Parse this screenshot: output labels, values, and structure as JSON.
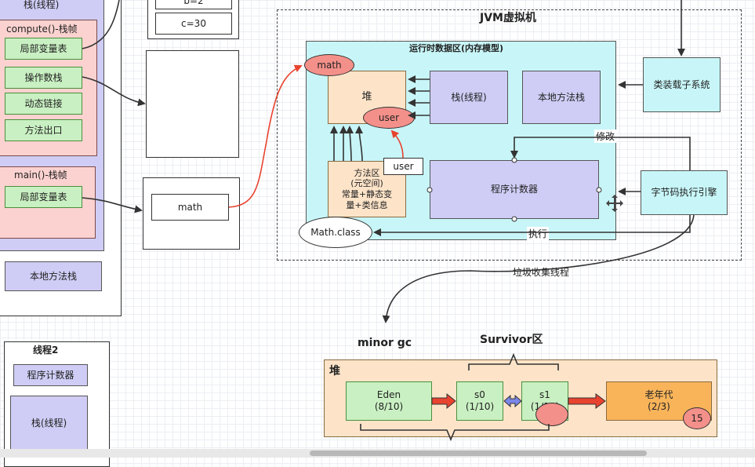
{
  "thread1": {
    "title_fragment": "O",
    "stack_label": "栈(线程)",
    "compute_frame": "compute()-栈帧",
    "compute_items": [
      "局部变量表",
      "操作数栈",
      "动态链接",
      "方法出口"
    ],
    "main_frame": "main()-栈帧",
    "main_local": "局部变量表",
    "native_stack": "本地方法栈"
  },
  "values_top": [
    "b=2",
    "c=30"
  ],
  "math_ref": "math",
  "jvm": {
    "title": "JVM虚拟机",
    "runtime_area": "运行时数据区(内存模型)",
    "heap": "堆",
    "heap_ovals": [
      "math",
      "user"
    ],
    "stack": "栈(线程)",
    "native_stack": "本地方法栈",
    "method_area": "方法区\n(元空间)\n常量+静态变\n量+类信息",
    "user_label": "user",
    "program_counter": "程序计数器",
    "class_oval": "Math.class",
    "classloader": "类装载子系统",
    "engine": "字节码执行引擎",
    "modify": "修改",
    "execute": "执行"
  },
  "gc_thread": "垃圾收集线程",
  "thread2": {
    "title": "线程2",
    "pc": "程序计数器",
    "stack": "栈(线程)"
  },
  "gc": {
    "minor": "minor gc",
    "survivor": "Survivor区",
    "heap_label": "堆",
    "eden": "Eden\n(8/10)",
    "s0": "s0\n(1/10)",
    "s1": "s1\n(1/10)",
    "old": "老年代\n(2/3)",
    "age": "15"
  },
  "colors": {
    "green": "#c9f0c2",
    "violet": "#cfcdf5",
    "pink": "#fbd2cf",
    "cyan": "#c8f6f8",
    "peach": "#fde4c9",
    "red_arrow": "#e8432f",
    "orange": "#f9b45a"
  }
}
